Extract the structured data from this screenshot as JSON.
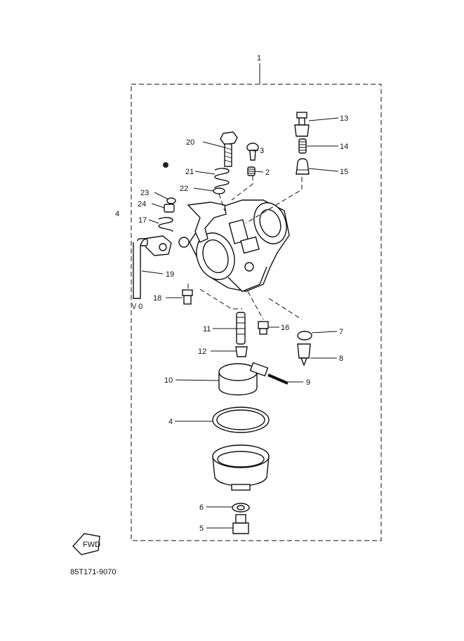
{
  "diagram": {
    "assembly_number": "1",
    "side_mark": "4",
    "catalog_code": "85T171-9070",
    "fwd_label": "FWD",
    "bottom_hose_mark": "\\/ 0",
    "callouts": [
      {
        "id": "p2",
        "text": "2"
      },
      {
        "id": "p3",
        "text": "3"
      },
      {
        "id": "p4",
        "text": "4"
      },
      {
        "id": "p5",
        "text": "5"
      },
      {
        "id": "p6",
        "text": "6"
      },
      {
        "id": "p7",
        "text": "7"
      },
      {
        "id": "p8",
        "text": "8"
      },
      {
        "id": "p9",
        "text": "9"
      },
      {
        "id": "p10",
        "text": "10"
      },
      {
        "id": "p11",
        "text": "11"
      },
      {
        "id": "p12",
        "text": "12"
      },
      {
        "id": "p13",
        "text": "13"
      },
      {
        "id": "p14",
        "text": "14"
      },
      {
        "id": "p15",
        "text": "15"
      },
      {
        "id": "p16",
        "text": "16"
      },
      {
        "id": "p17",
        "text": "17"
      },
      {
        "id": "p18",
        "text": "18"
      },
      {
        "id": "p19",
        "text": "19"
      },
      {
        "id": "p20",
        "text": "20"
      },
      {
        "id": "p21",
        "text": "21"
      },
      {
        "id": "p22",
        "text": "22"
      },
      {
        "id": "p23",
        "text": "23"
      },
      {
        "id": "p24",
        "text": "24"
      }
    ]
  }
}
